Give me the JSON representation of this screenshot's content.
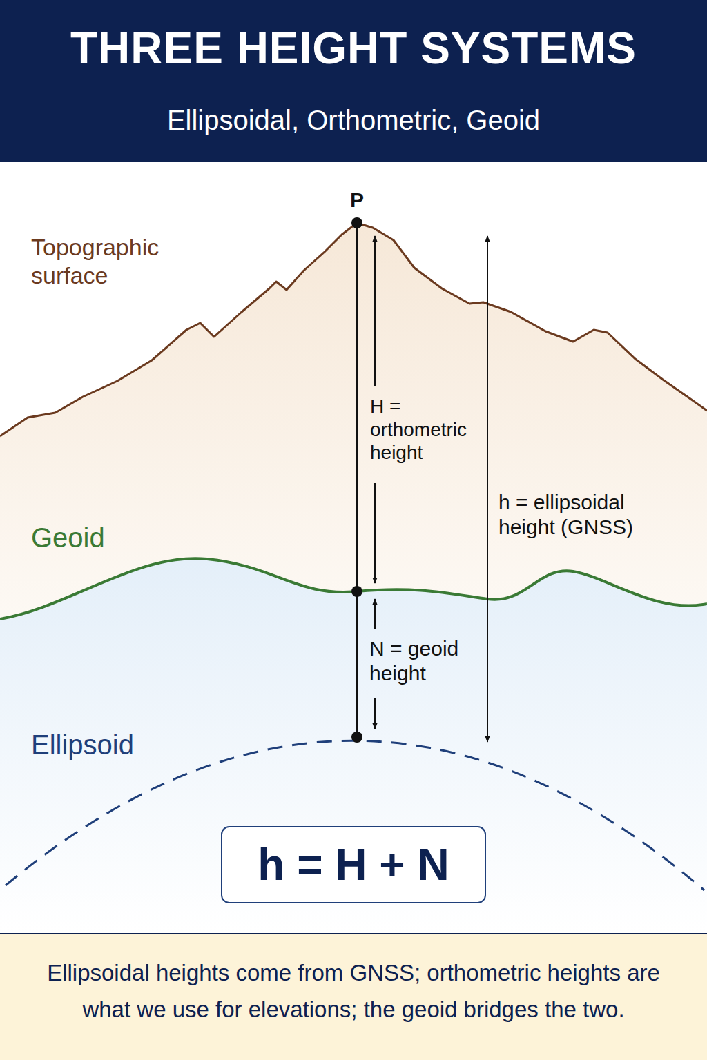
{
  "diagram": {
    "title": "THREE HEIGHT SYSTEMS",
    "caption": "Ellipsoidal heights come from GNSS; orthometric heights are what we use for elevations; the geoid bridges the two.",
    "nodes": [
      {
        "text": [
          "h = H + N"
        ]
      }
    ],
    "labels": [
      "Ellipsoidal, Orthometric, Geoid",
      "P",
      "Topographic surface",
      "H = orthometric height",
      "h = ellipsoidal height (GNSS)",
      "Geoid",
      "N = geoid height",
      "Ellipsoid"
    ]
  }
}
